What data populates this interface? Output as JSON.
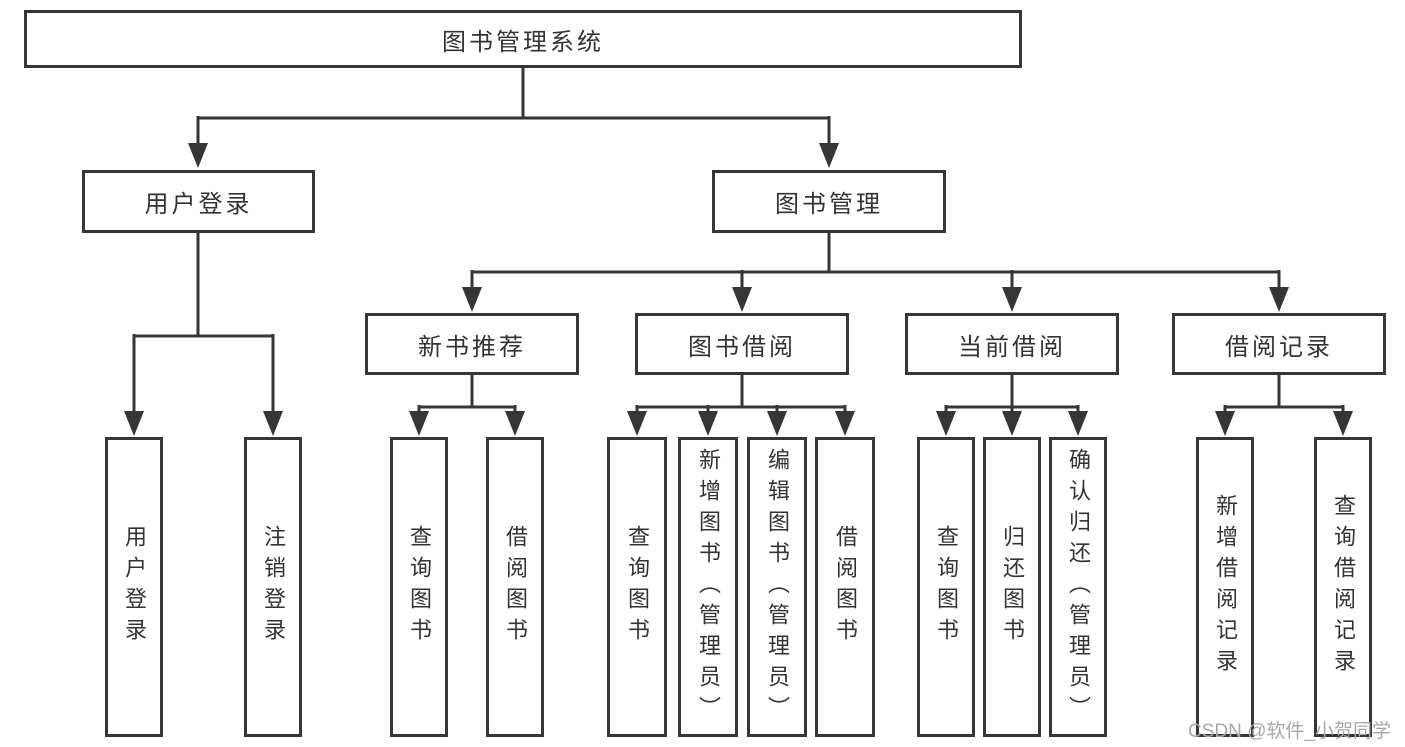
{
  "tree": {
    "label": "图书管理系统",
    "children": [
      {
        "label": "用户登录",
        "children": [
          {
            "label": "用户登录"
          },
          {
            "label": "注销登录"
          }
        ]
      },
      {
        "label": "图书管理",
        "children": [
          {
            "label": "新书推荐",
            "children": [
              {
                "label": "查询图书"
              },
              {
                "label": "借阅图书"
              }
            ]
          },
          {
            "label": "图书借阅",
            "children": [
              {
                "label": "查询图书"
              },
              {
                "label": "新增图书（管理员）"
              },
              {
                "label": "编辑图书（管理员）"
              },
              {
                "label": "借阅图书"
              }
            ]
          },
          {
            "label": "当前借阅",
            "children": [
              {
                "label": "查询图书"
              },
              {
                "label": "归还图书"
              },
              {
                "label": "确认归还（管理员）"
              }
            ]
          },
          {
            "label": "借阅记录",
            "children": [
              {
                "label": "新增借阅记录"
              },
              {
                "label": "查询借阅记录"
              }
            ]
          }
        ]
      }
    ]
  },
  "watermark": {
    "text": "CSDN @软件_小贺同学"
  },
  "colors": {
    "line": "#363636",
    "text": "#333333",
    "box_bg": "#ffffff",
    "background": "#ffffff",
    "watermark": "#a8a8a8"
  }
}
